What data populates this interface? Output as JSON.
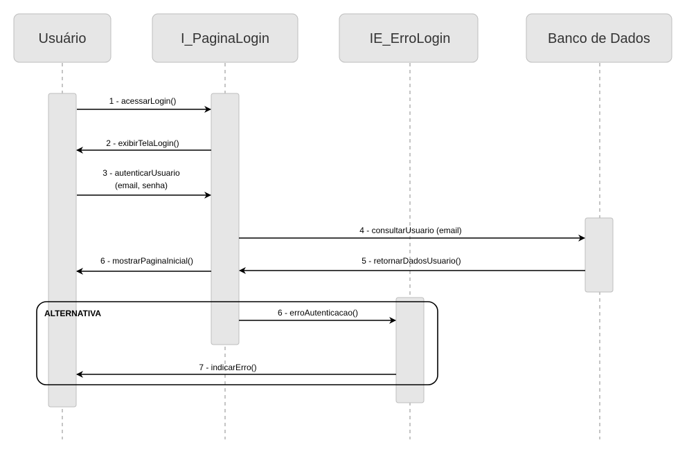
{
  "participants": [
    {
      "id": "usuario",
      "label": "Usuário"
    },
    {
      "id": "pagina",
      "label": "I_PaginaLogin"
    },
    {
      "id": "erro",
      "label": "IE_ErroLogin"
    },
    {
      "id": "banco",
      "label": "Banco de Dados"
    }
  ],
  "messages": [
    {
      "id": "m1",
      "lines": [
        "1 - acessarLogin()"
      ]
    },
    {
      "id": "m2",
      "lines": [
        "2 - exibirTelaLogin()"
      ]
    },
    {
      "id": "m3",
      "lines": [
        "3 -  autenticarUsuario",
        "(email, senha)"
      ]
    },
    {
      "id": "m4",
      "lines": [
        "4 - consultarUsuario (email)"
      ]
    },
    {
      "id": "m5",
      "lines": [
        "5 - retornarDadosUsuario()"
      ]
    },
    {
      "id": "m6a",
      "lines": [
        "6 - mostrarPaginaInicial()"
      ]
    },
    {
      "id": "m6b",
      "lines": [
        "6 - erroAutenticacao()"
      ]
    },
    {
      "id": "m7",
      "lines": [
        "7 - indicarErro()"
      ]
    }
  ],
  "fragment": {
    "label": "ALTERNATIVA"
  }
}
